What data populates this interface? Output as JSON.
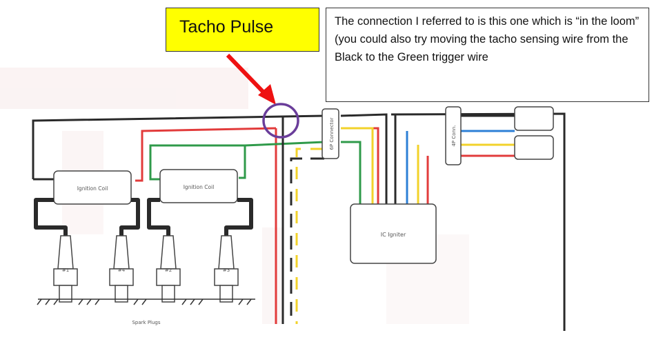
{
  "callouts": {
    "tacho_label": "Tacho Pulse",
    "note": "The connection I referred to is this one which is “in the loom” (you could also try moving the tacho sensing wire from the Black to the Green trigger wire"
  },
  "diagram": {
    "ignition_coil_left": "Ignition Coil",
    "ignition_coil_right": "Ignition Coil",
    "connector_6p": "6P Connector",
    "connector_4p": "4P Conn.",
    "ic_igniter": "IC Igniter",
    "plug_1": "#1",
    "plug_4": "#4",
    "plug_2": "#2",
    "plug_3": "#3",
    "spark_plugs": "Spark Plugs"
  },
  "colors": {
    "callout_fill": "#ffff00",
    "arrow": "#ee1111",
    "highlight_circle": "#6a3d9a",
    "wire_black": "#2a2a2a",
    "wire_red": "#e23b3b",
    "wire_green": "#2f9a4a",
    "wire_yellow": "#f2d22a",
    "wire_blue": "#2c7fd6"
  }
}
